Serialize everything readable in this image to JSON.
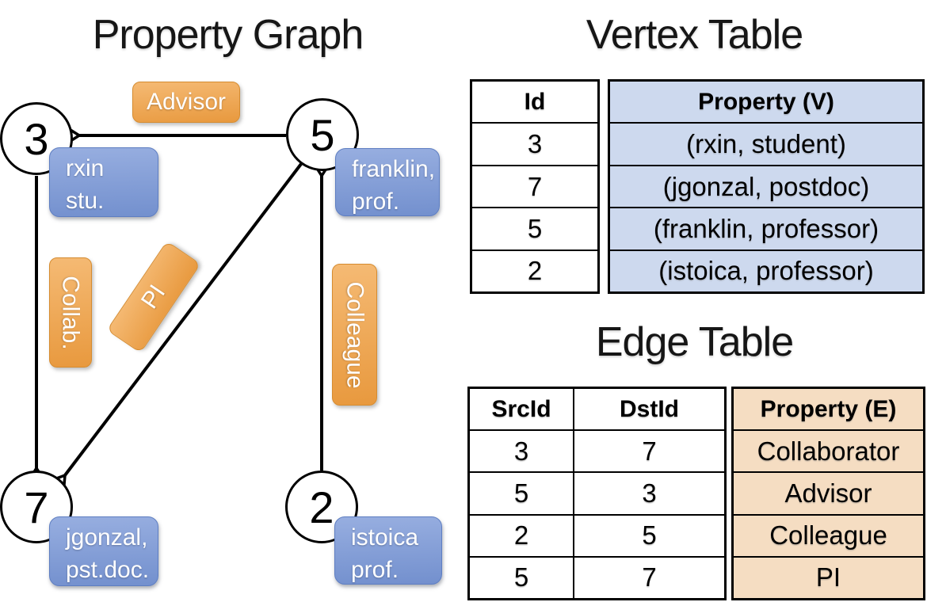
{
  "titles": {
    "graph": "Property Graph",
    "vertex_table": "Vertex Table",
    "edge_table": "Edge Table"
  },
  "graph": {
    "nodes": [
      {
        "id": "3",
        "prop_line1": "rxin",
        "prop_line2": "stu."
      },
      {
        "id": "5",
        "prop_line1": "franklin,",
        "prop_line2": "prof."
      },
      {
        "id": "7",
        "prop_line1": "jgonzal,",
        "prop_line2": "pst.doc."
      },
      {
        "id": "2",
        "prop_line1": "istoica",
        "prop_line2": "prof."
      }
    ],
    "edge_labels": {
      "advisor": "Advisor",
      "collab": "Collab.",
      "pi": "PI",
      "colleague": "Colleague"
    },
    "edges": [
      {
        "src": "5",
        "dst": "3",
        "label": "Advisor"
      },
      {
        "src": "3",
        "dst": "7",
        "label": "Collab."
      },
      {
        "src": "5",
        "dst": "7",
        "label": "PI"
      },
      {
        "src": "2",
        "dst": "5",
        "label": "Colleague"
      }
    ]
  },
  "vertex_table": {
    "headers": {
      "id": "Id",
      "property": "Property (V)"
    },
    "rows": [
      {
        "id": "3",
        "property": "(rxin, student)"
      },
      {
        "id": "7",
        "property": "(jgonzal, postdoc)"
      },
      {
        "id": "5",
        "property": "(franklin, professor)"
      },
      {
        "id": "2",
        "property": "(istoica, professor)"
      }
    ]
  },
  "edge_table": {
    "headers": {
      "src": "SrcId",
      "dst": "DstId",
      "property": "Property (E)"
    },
    "rows": [
      {
        "src": "3",
        "dst": "7",
        "property": "Collaborator"
      },
      {
        "src": "5",
        "dst": "3",
        "property": "Advisor"
      },
      {
        "src": "2",
        "dst": "5",
        "property": "Colleague"
      },
      {
        "src": "5",
        "dst": "7",
        "property": "PI"
      }
    ]
  },
  "colors": {
    "orange-top": "#F5BA74",
    "orange-bottom": "#E8993E",
    "orange-border": "#D68C30",
    "blue-top": "#97AEE0",
    "blue-bottom": "#7390CE",
    "blue-border": "#5E7EC2",
    "vertex-cell-bg": "#CDD9EE",
    "edge-cell-bg": "#F5DDC2",
    "line": "#000000"
  }
}
